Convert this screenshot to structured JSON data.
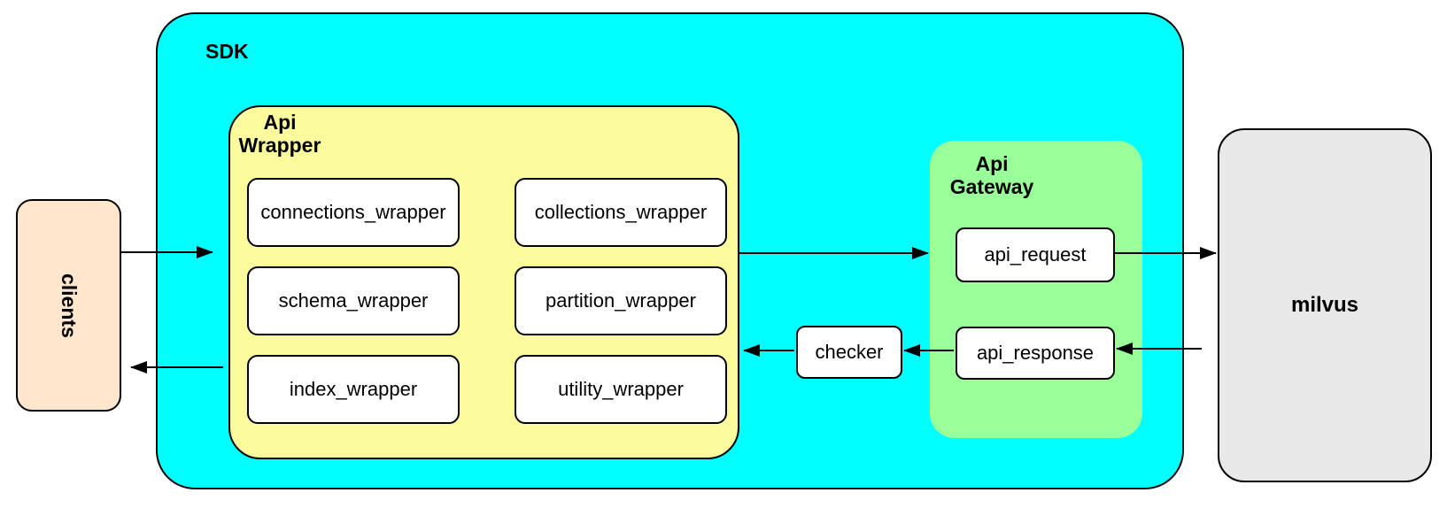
{
  "diagram": {
    "clients": {
      "label": "clients"
    },
    "sdk": {
      "label": "SDK"
    },
    "api_wrapper": {
      "title_line1": "Api",
      "title_line2": "Wrapper",
      "modules": [
        {
          "label": "connections_wrapper"
        },
        {
          "label": "collections_wrapper"
        },
        {
          "label": "schema_wrapper"
        },
        {
          "label": "partition_wrapper"
        },
        {
          "label": "index_wrapper"
        },
        {
          "label": "utility_wrapper"
        }
      ]
    },
    "checker": {
      "label": "checker"
    },
    "api_gateway": {
      "title_line1": "Api",
      "title_line2": "Gateway",
      "request_label": "api_request",
      "response_label": "api_response"
    },
    "milvus": {
      "label": "milvus"
    },
    "edges": [
      {
        "from": "clients",
        "to": "sdk"
      },
      {
        "from": "api_wrapper",
        "to": "api_gateway"
      },
      {
        "from": "api_request",
        "to": "milvus"
      },
      {
        "from": "milvus",
        "to": "api_response"
      },
      {
        "from": "api_response",
        "to": "checker"
      },
      {
        "from": "checker",
        "to": "api_wrapper"
      },
      {
        "from": "sdk",
        "to": "clients"
      }
    ],
    "colors": {
      "clients_fill": "#FFE6CC",
      "sdk_fill": "#00FFFF",
      "api_wrapper_fill": "#FBFB9E",
      "api_gateway_fill": "#99FF99",
      "milvus_fill": "#E8E8E8",
      "box_fill": "#FFFFFF",
      "stroke": "#000000"
    }
  }
}
